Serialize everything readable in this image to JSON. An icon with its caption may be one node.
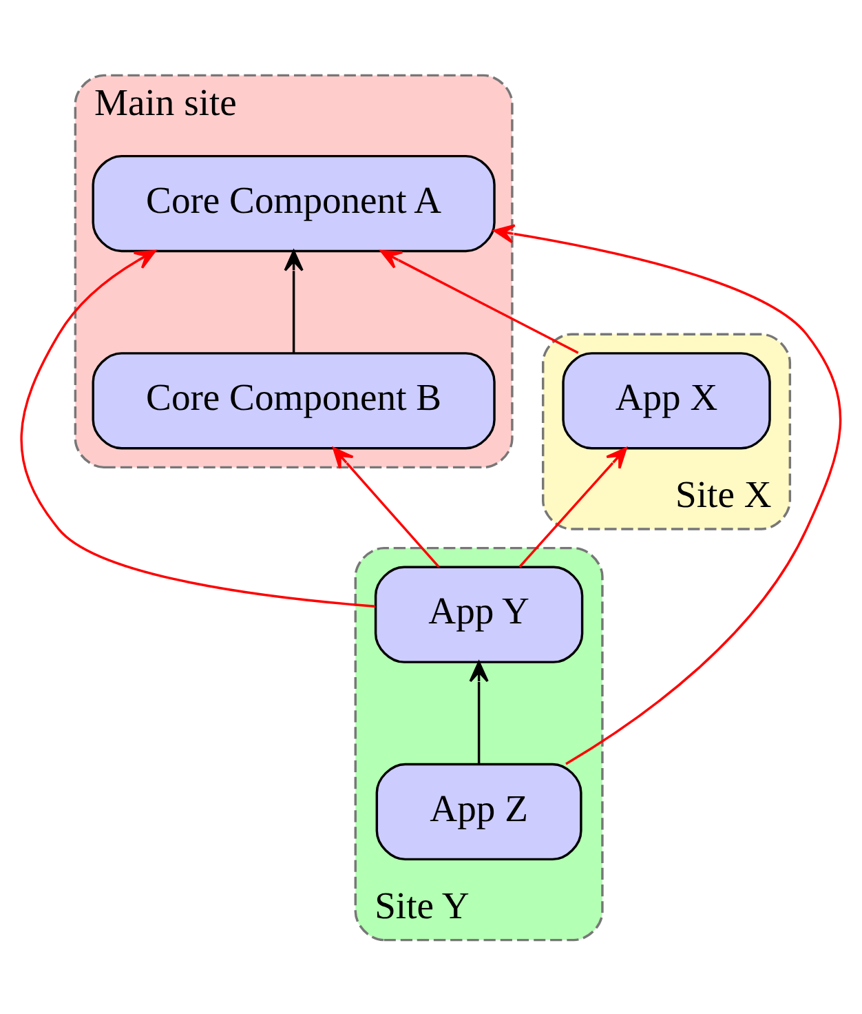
{
  "diagram": {
    "nodes": [
      {
        "text": [
          "Main site"
        ]
      },
      {
        "text": [
          "Core Component A"
        ],
        "in": 0
      },
      {
        "text": [
          "Core Component B"
        ],
        "in": 0
      },
      {
        "text": [
          "Site X"
        ]
      },
      {
        "text": [
          "App X"
        ],
        "in": 3
      },
      {
        "text": [
          "Site Y"
        ]
      },
      {
        "text": [
          "App Y"
        ],
        "in": 5
      },
      {
        "text": [
          "App Z"
        ],
        "in": 5
      }
    ],
    "edges": [
      {
        "from": 2,
        "to": 1,
        "arrow": "to",
        "color": "#000000"
      },
      {
        "from": 6,
        "to": 2,
        "arrow": "to"
      },
      {
        "from": 6,
        "to": 1,
        "arrow": "to"
      },
      {
        "from": 6,
        "to": 4,
        "arrow": "to"
      },
      {
        "from": 4,
        "to": 1,
        "arrow": "to"
      },
      {
        "from": 7,
        "to": 1,
        "arrow": "to"
      },
      {
        "from": 7,
        "to": 6,
        "arrow": "to",
        "color": "#000000"
      }
    ]
  }
}
